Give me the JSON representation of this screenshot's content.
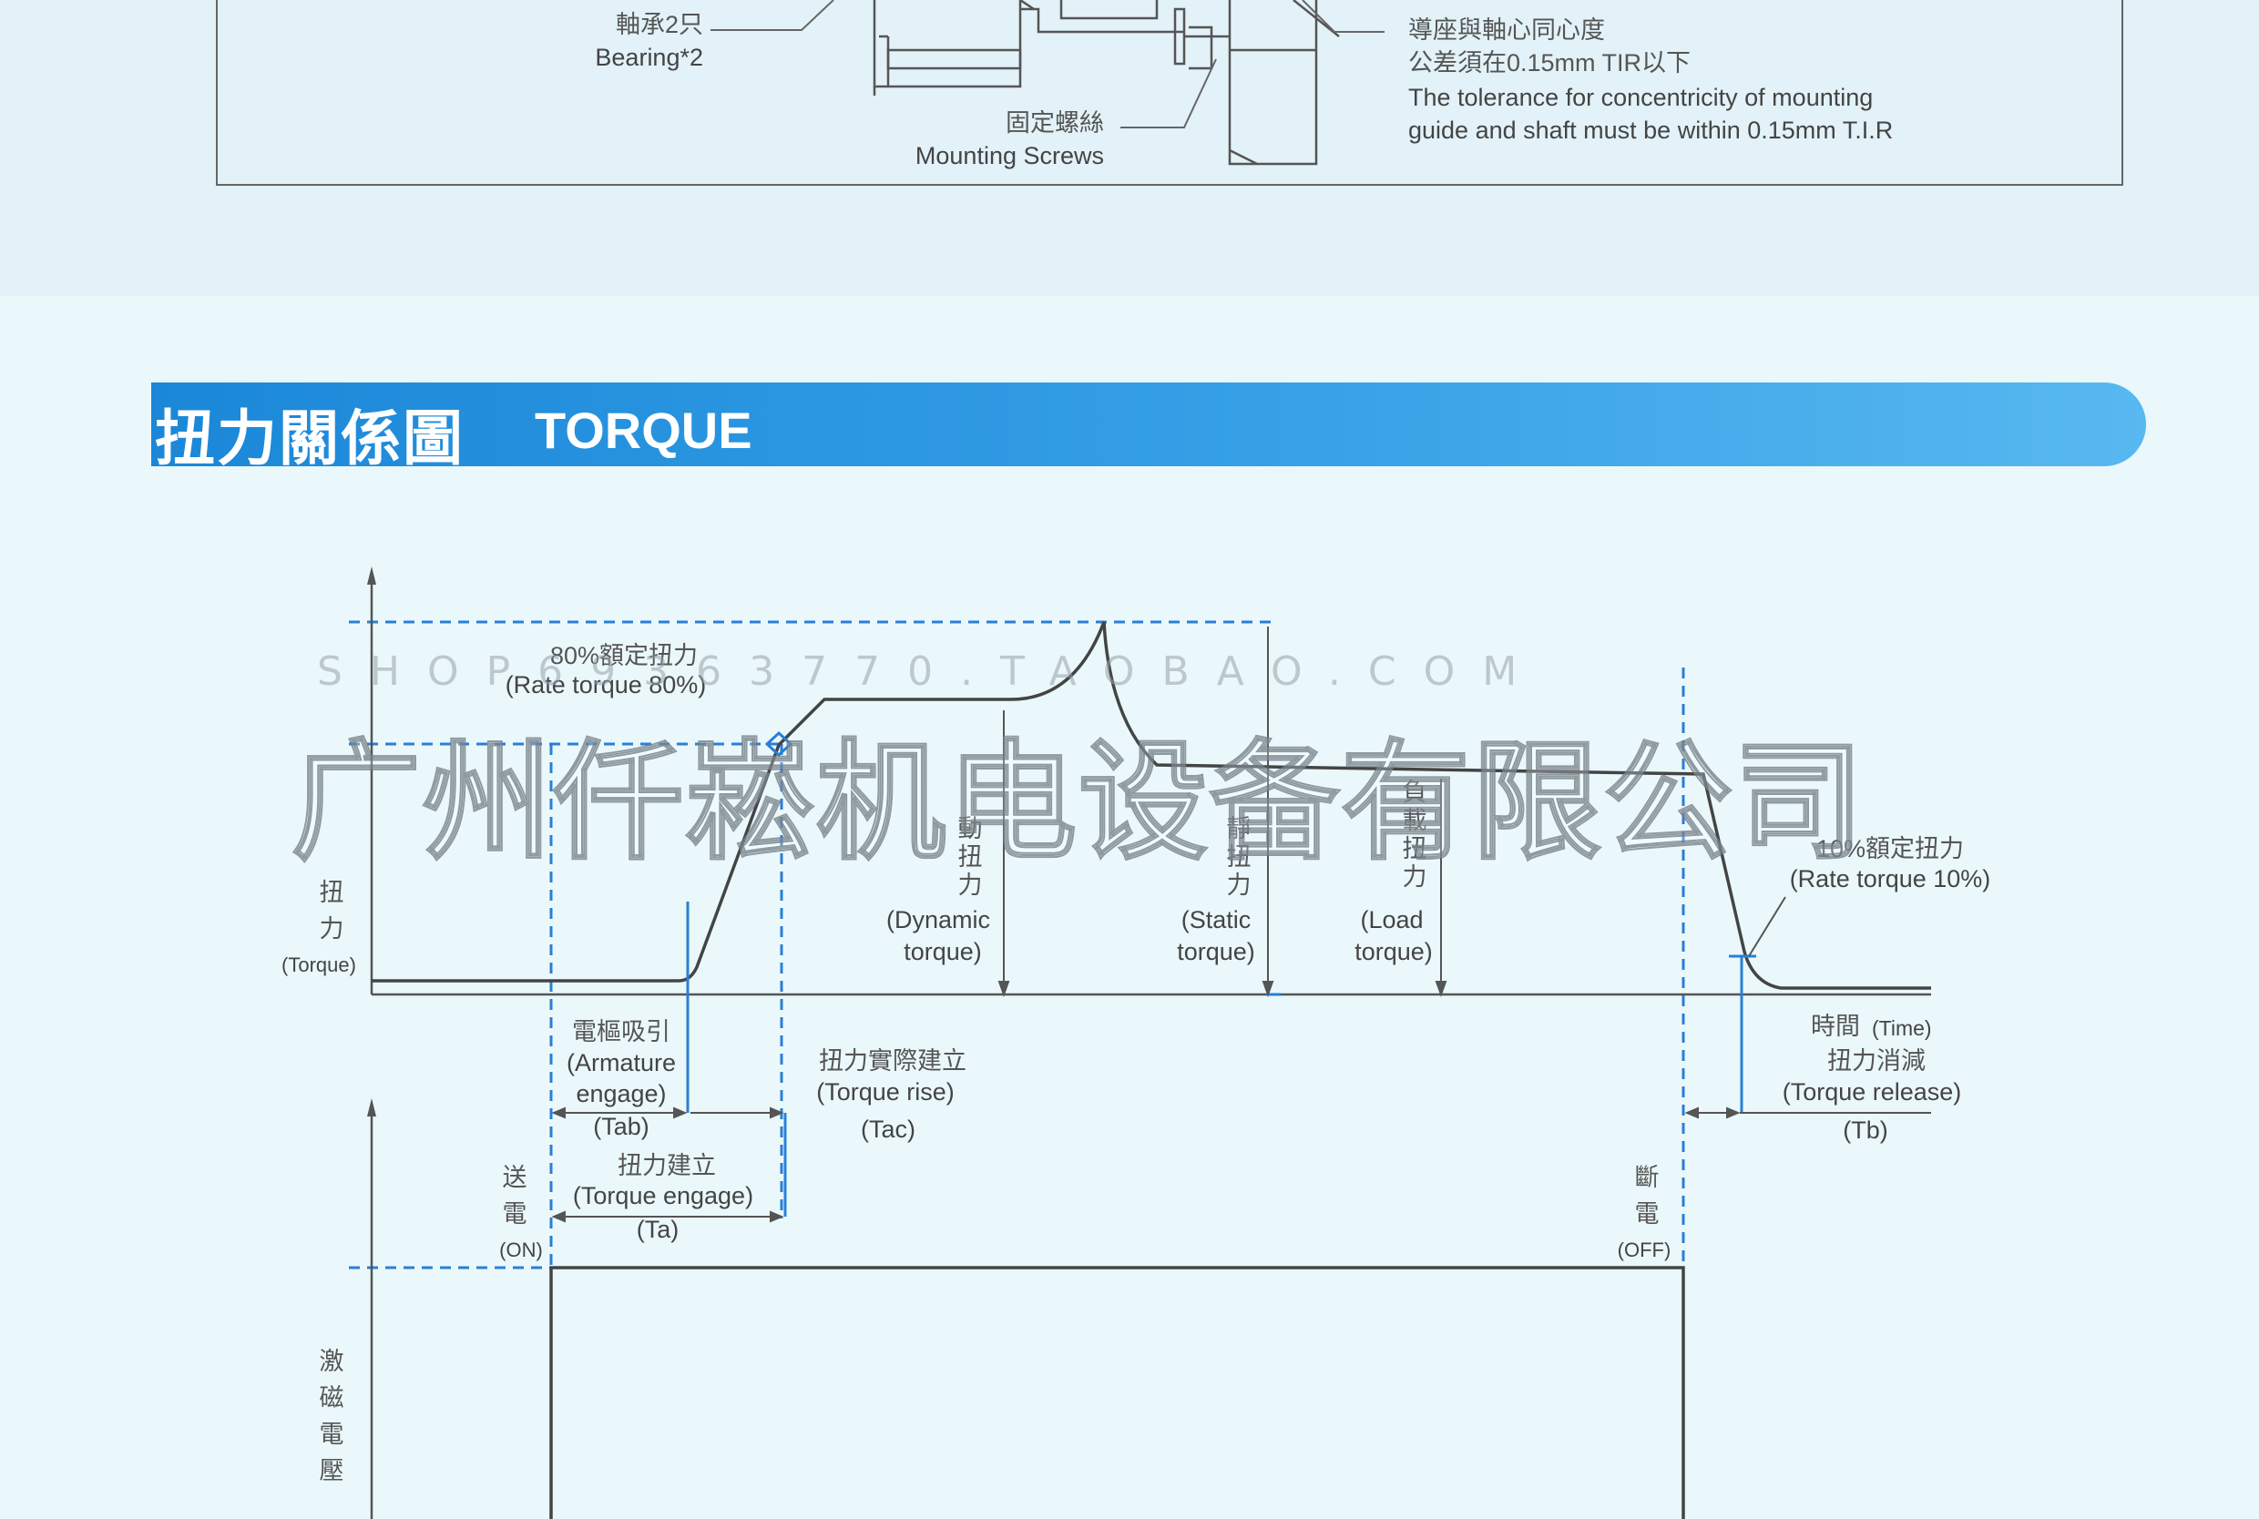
{
  "top_panel": {
    "bearing_cn": "軸承2只",
    "bearing_en": "Bearing*2",
    "screws_cn": "固定螺絲",
    "screws_en": "Mounting Screws",
    "concentricity_cn_1": "導座與軸心同心度",
    "concentricity_cn_2": "公差須在0.15mm TIR以下",
    "concentricity_en_1": "The tolerance for concentricity of mounting",
    "concentricity_en_2": "guide and shaft must be within 0.15mm T.I.R"
  },
  "section_title": {
    "cn": "扭力關係圖",
    "en": "TORQUE"
  },
  "watermark": {
    "shop": "SHOP69363770.TAOBAO.COM",
    "company": "广州仟崧机电设备有限公司"
  },
  "labels": {
    "rate80_cn": "80%額定扭力",
    "rate80_en": "(Rate torque 80%)",
    "torque_axis_cn_1": "扭",
    "torque_axis_cn_2": "力",
    "torque_axis_en": "(Torque)",
    "dynamic_cn": "動扭力",
    "dynamic_en_1": "(Dynamic",
    "dynamic_en_2": "torque)",
    "static_cn": "靜扭力",
    "static_en_1": "(Static",
    "static_en_2": "torque)",
    "load_cn": "負載扭力",
    "load_en_1": "(Load",
    "load_en_2": "torque)",
    "rate10_cn": "10%額定扭力",
    "rate10_en": "(Rate torque 10%)",
    "time_cn": "時間",
    "time_en": "(Time)",
    "armature_cn": "電樞吸引",
    "armature_en_1": "(Armature",
    "armature_en_2": "engage)",
    "tab": "(Tab)",
    "rise_cn": "扭力實際建立",
    "rise_en": "(Torque rise)",
    "tac": "(Tac)",
    "release_cn": "扭力消減",
    "release_en": "(Torque release)",
    "tb": "(Tb)",
    "engage_cn": "扭力建立",
    "engage_en": "(Torque engage)",
    "ta": "(Ta)",
    "on_cn_1": "送",
    "on_cn_2": "電",
    "on_en": "(ON)",
    "off_cn_1": "斷",
    "off_cn_2": "電",
    "off_en": "(OFF)",
    "voltage_cn": "激磁電壓"
  },
  "colors": {
    "title_band": "#1b87d8",
    "guide_dashed": "#2a7fd6",
    "curve": "#444444",
    "background": "#eaf8fb"
  }
}
